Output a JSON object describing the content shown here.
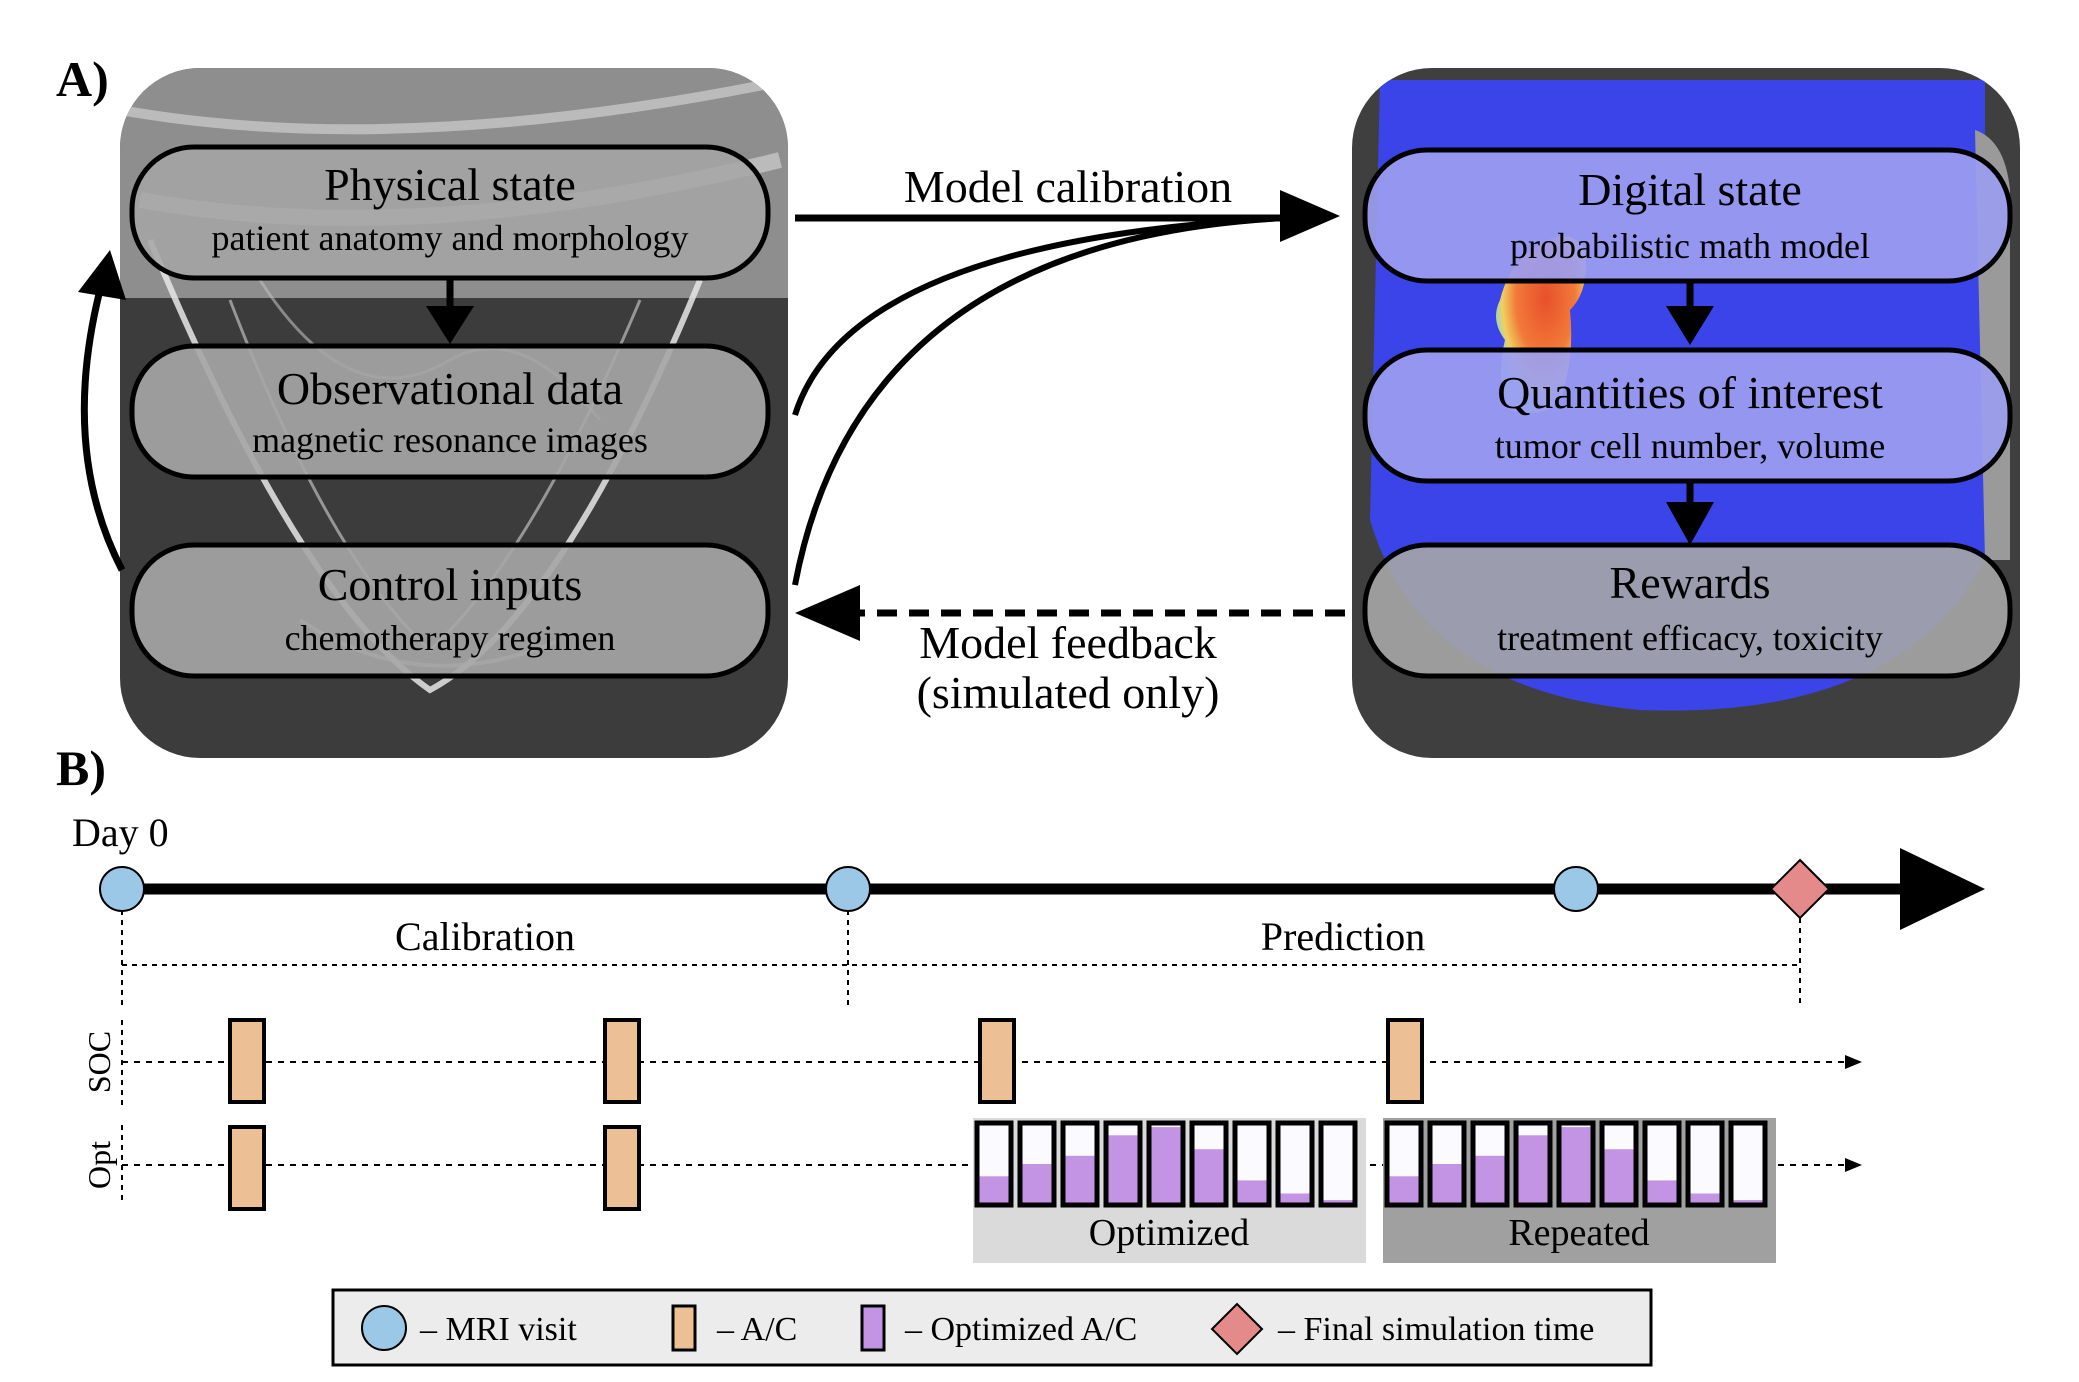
{
  "panel_a": {
    "label": "A)",
    "physical": {
      "boxes": [
        {
          "title": "Physical state",
          "subtitle": "patient anatomy and morphology"
        },
        {
          "title": "Observational data",
          "subtitle": "magnetic resonance images"
        },
        {
          "title": "Control inputs",
          "subtitle": "chemotherapy regimen"
        }
      ]
    },
    "digital": {
      "boxes": [
        {
          "title": "Digital state",
          "subtitle": "probabilistic math model"
        },
        {
          "title": "Quantities of interest",
          "subtitle": "tumor cell number, volume"
        },
        {
          "title": "Rewards",
          "subtitle": "treatment efficacy, toxicity"
        }
      ]
    },
    "calibration_label": "Model calibration",
    "feedback_label_1": "Model feedback",
    "feedback_label_2": "(simulated only)"
  },
  "panel_b": {
    "label": "B)",
    "day0": "Day 0",
    "calibration": "Calibration",
    "prediction": "Prediction",
    "row_soc": "SOC",
    "row_opt": "Opt",
    "optimized": "Optimized",
    "repeated": "Repeated",
    "optimized_fill_fractions": [
      0.35,
      0.5,
      0.6,
      0.85,
      0.95,
      0.68,
      0.3,
      0.14,
      0.06
    ],
    "repeated_fill_fractions": [
      0.35,
      0.5,
      0.6,
      0.85,
      0.95,
      0.68,
      0.3,
      0.14,
      0.06
    ]
  },
  "legend": {
    "mri": "– MRI visit",
    "ac": "– A/C",
    "opt_ac": "– Optimized A/C",
    "final": "– Final simulation time"
  },
  "colors": {
    "mri": "#9cc8e8",
    "ac": "#edbf94",
    "opt_fill": "#c494e4",
    "final": "#e58a8a",
    "digital_bg": "#3a44e8",
    "digital_box": "#9c9df0",
    "panel_dark": "#3f3f3f",
    "physical_box": "#a6a6a6"
  }
}
